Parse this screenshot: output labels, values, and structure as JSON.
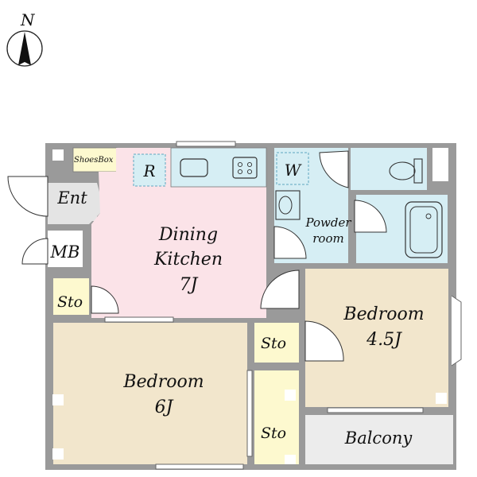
{
  "compass": {
    "label": "N"
  },
  "rooms": {
    "shoes_box": "ShoesBox",
    "refrigerator": "R",
    "washer": "W",
    "entrance": "Ent",
    "meter_box": "MB",
    "storage_entrance": "Sto",
    "dining_kitchen": {
      "line1": "Dining",
      "line2": "Kitchen",
      "line3": "7J"
    },
    "powder_room": {
      "line1": "Powder",
      "line2": "room"
    },
    "bedroom_small": {
      "line1": "Bedroom",
      "line2": "4.5J"
    },
    "bedroom_large": {
      "line1": "Bedroom",
      "line2": "6J"
    },
    "storage_middle": "Sto",
    "storage_lower": "Sto",
    "balcony": "Balcony"
  },
  "colors": {
    "wall": "#9a9a9a",
    "dining_kitchen": "#fbe3e8",
    "bedroom": "#f2e6cc",
    "water_area": "#d6eef4",
    "storage": "#fdf9cf",
    "entrance": "#e4e4e4",
    "balcony": "#ececec"
  }
}
